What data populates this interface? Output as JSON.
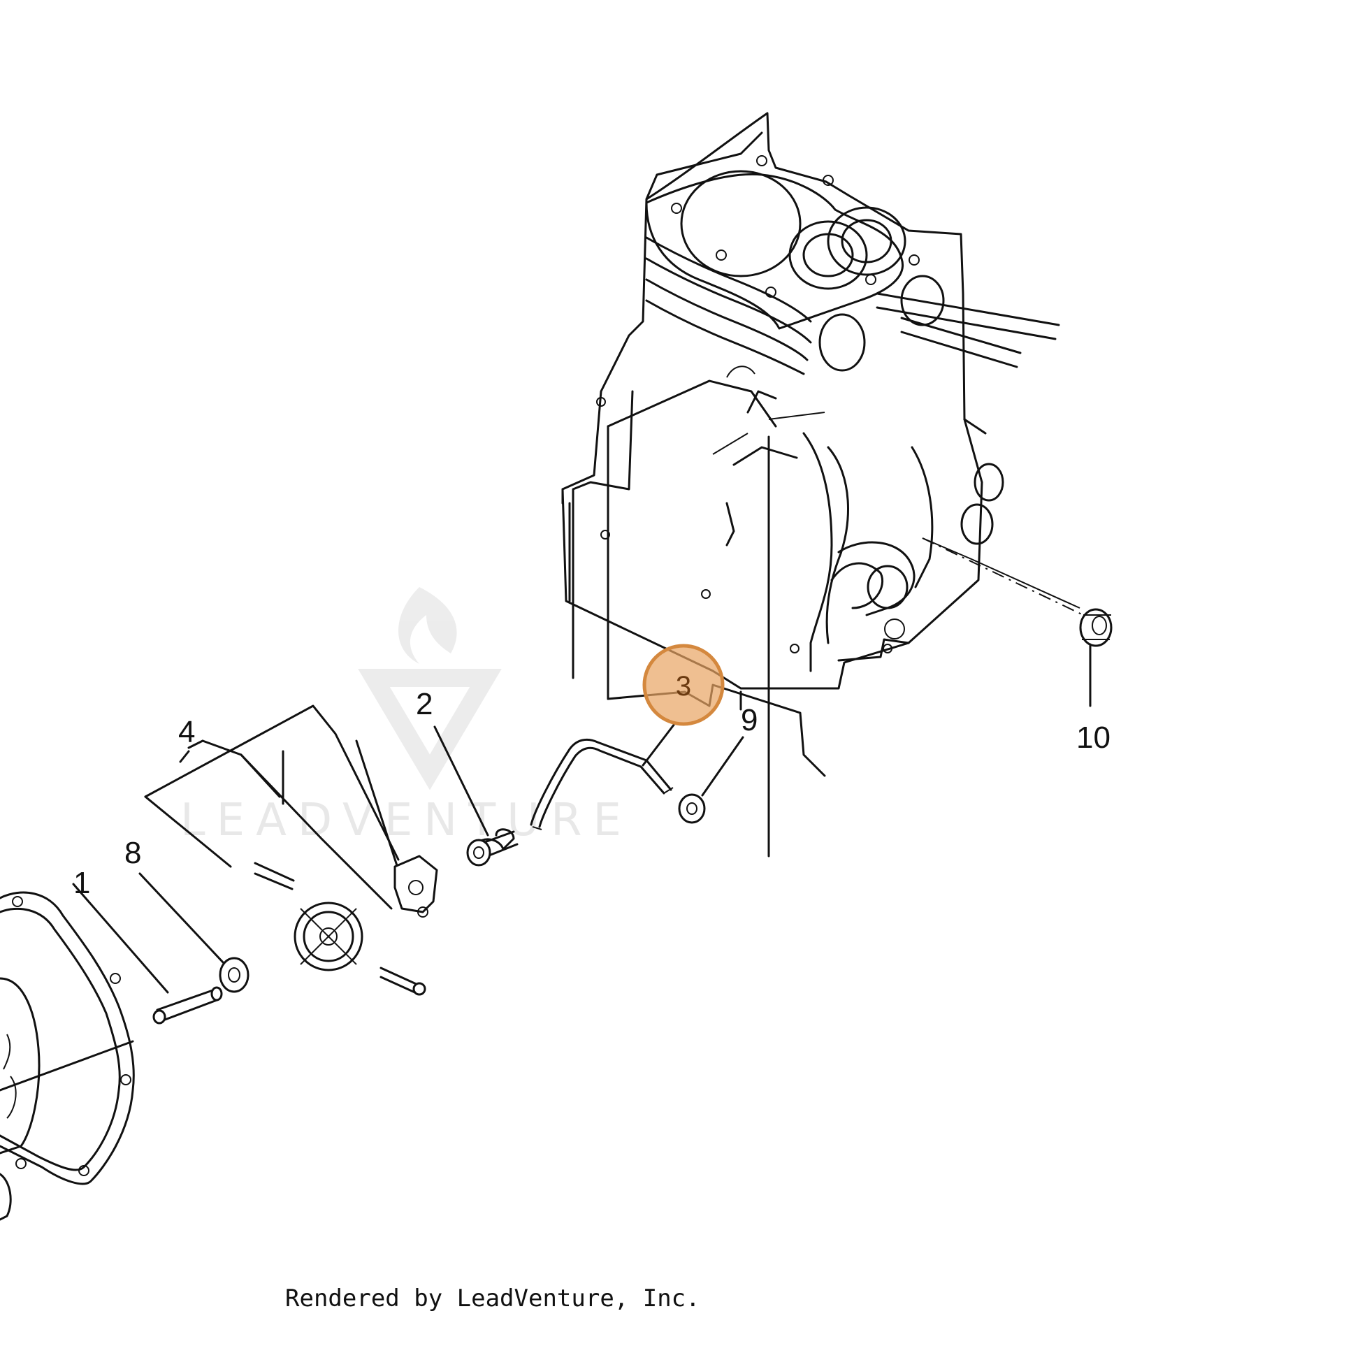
{
  "diagram": {
    "callouts": [
      {
        "id": "1",
        "label": "1"
      },
      {
        "id": "2",
        "label": "2"
      },
      {
        "id": "3",
        "label": "3",
        "highlighted": true
      },
      {
        "id": "4",
        "label": "4"
      },
      {
        "id": "8",
        "label": "8"
      },
      {
        "id": "9",
        "label": "9"
      },
      {
        "id": "10",
        "label": "10"
      }
    ],
    "highlight_color": "#e8a463",
    "highlight_border": "#d4883e"
  },
  "watermark": {
    "text": "LEADVENTURE"
  },
  "footer": {
    "credit": "Rendered by LeadVenture, Inc."
  }
}
